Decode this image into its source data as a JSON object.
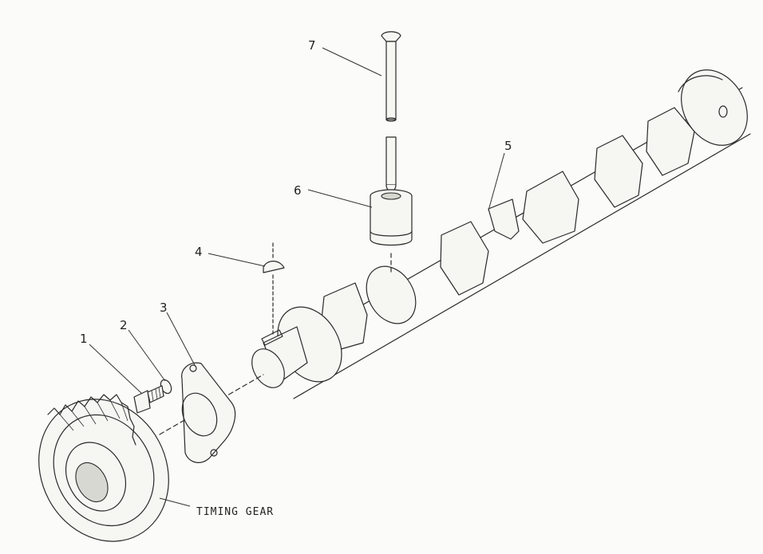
{
  "callouts": {
    "c1": "1",
    "c2": "2",
    "c3": "3",
    "c4": "4",
    "c5": "5",
    "c6": "6",
    "c7": "7"
  },
  "labels": {
    "timing_gear": "TIMING GEAR"
  }
}
